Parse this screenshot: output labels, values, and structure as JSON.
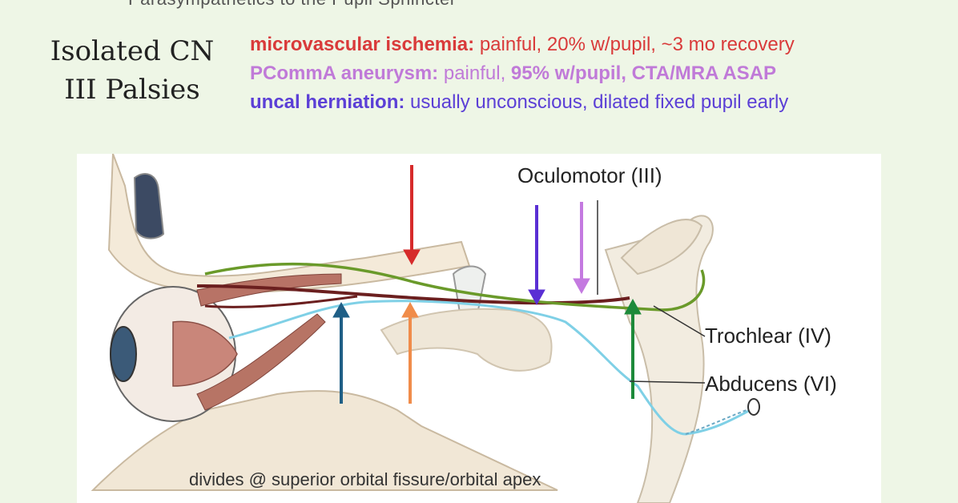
{
  "header": {
    "caption": "Parasympathetics to the Pupil Sphincter"
  },
  "side_title": {
    "line1": "Isolated CN",
    "line2": "III Palsies"
  },
  "notes": [
    {
      "term": "microvascular ischemia:",
      "text": "painful, 20% w/pupil, ~3 mo recovery",
      "highlight": "",
      "color": "#d93a3a"
    },
    {
      "term": "PCommA aneurysm:",
      "text": "painful,",
      "highlight": "95% w/pupil, CTA/MRA ASAP",
      "color": "#c07ad8"
    },
    {
      "term": "uncal herniation:",
      "text": "usually unconscious, dilated fixed pupil early",
      "highlight": "",
      "color": "#5b3fd6"
    }
  ],
  "figure": {
    "labels": {
      "oculomotor": "Oculomotor (III)",
      "trochlear": "Trochlear (IV)",
      "abducens": "Abducens (VI)"
    },
    "caption": "divides @ superior orbital fissure/orbital apex",
    "arrow_colors": [
      "#d62b2b",
      "#5a2fd4",
      "#c47ae0",
      "#1d8a3a",
      "#1f5f86",
      "#f08c4a"
    ],
    "nerve_colors": {
      "oculomotor": "#6b1f1f",
      "trochlear": "#6a9a2a",
      "abducens": "#7fd0e6"
    }
  }
}
